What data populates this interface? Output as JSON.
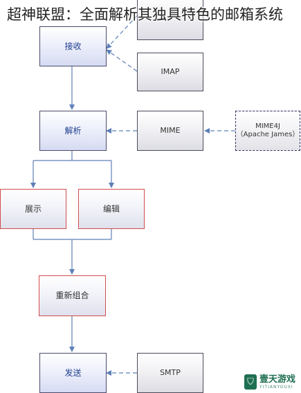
{
  "title": "超神联盟：全面解析其独具特色的邮箱系统",
  "nodes": {
    "receive": "接收",
    "parse": "解析",
    "display": "展示",
    "edit": "编辑",
    "recombine": "重新组合",
    "send": "发送",
    "imap": "IMAP",
    "mime": "MIME",
    "mime4j": "MIME4J",
    "mime4j_sub": "（Apache James）",
    "smtp": "SMTP",
    "pop3": ""
  },
  "watermark": {
    "name": "壹天游戏",
    "sub": "YITIANYOUXI"
  },
  "colors": {
    "blue_text": "#1f3f8f",
    "arrow": "#5d7fb8",
    "red_border": "#d24b4b"
  }
}
